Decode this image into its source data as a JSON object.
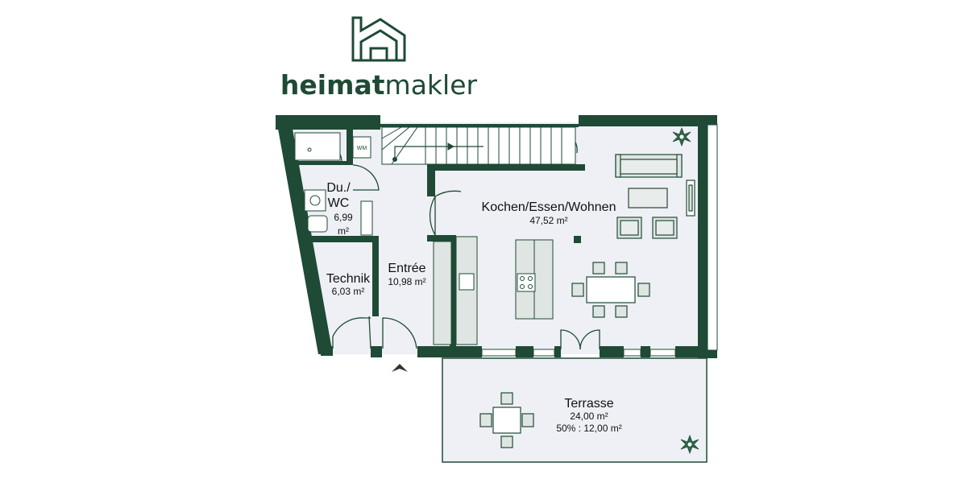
{
  "brand": {
    "name_bold": "heimat",
    "name_regular": "makler",
    "logo_icon": "house-icon",
    "color": "#1f4a35"
  },
  "colors": {
    "wall": "#1f4a35",
    "floor": "#eef0f5",
    "furniture": "#dfe5e2",
    "furniture_stroke": "#1f4a35"
  },
  "rooms": {
    "dusche_wc": {
      "name_line1": "Du./",
      "name_line2": "WC",
      "area_line1": "6,99",
      "area_line2": "m²"
    },
    "technik": {
      "name": "Technik",
      "area": "6,03 m²"
    },
    "entree": {
      "name": "Entrée",
      "area": "10,98 m²"
    },
    "kochen": {
      "name": "Kochen/Essen/Wohnen",
      "area": "47,52 m²"
    },
    "terrasse": {
      "name": "Terrasse",
      "area": "24,00 m²",
      "area_note": "50% : 12,00 m²"
    }
  },
  "fixtures": {
    "washing_machine": "WM"
  }
}
